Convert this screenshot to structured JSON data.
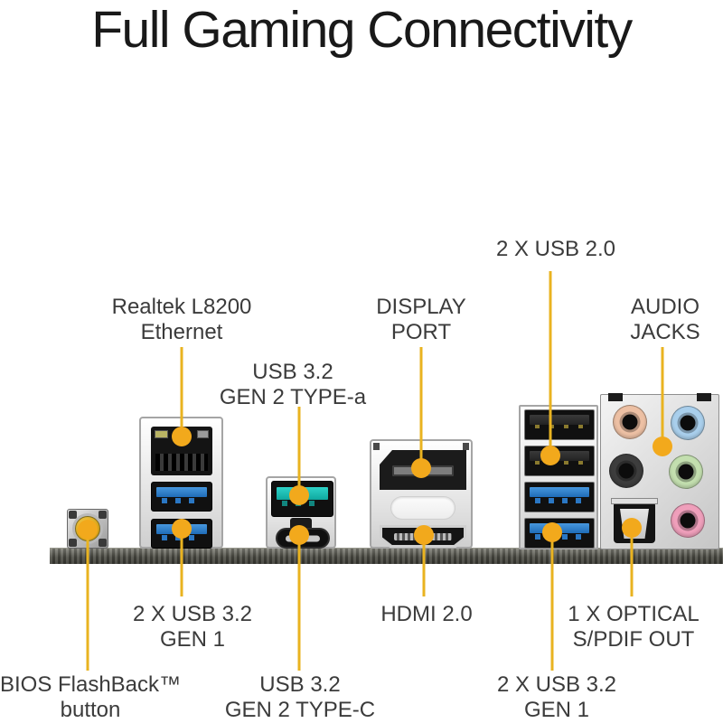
{
  "title": "Full Gaming Connectivity",
  "colors": {
    "accent_gold": "#e9b320",
    "callout_dot": "#f2a91c",
    "label_text": "#3b3b3b",
    "usb3_blue_tongue": "#2e86d6",
    "usb_gen2_teal_tongue": "#1fc4bc",
    "audio_jack_peach": "#edc0a4",
    "audio_jack_light_blue": "#a9cfec",
    "audio_jack_black": "#3d3d3d",
    "audio_jack_green": "#c3dfaf",
    "audio_jack_pink": "#ef9fbb",
    "pcb_strip": "#4c4c44"
  },
  "callouts": [
    {
      "id": "usb2-top",
      "line1": "2 X USB 2.0",
      "line2": ""
    },
    {
      "id": "ethernet",
      "line1": "Realtek L8200",
      "line2": "Ethernet"
    },
    {
      "id": "displayport",
      "line1": "DISPLAY",
      "line2": "PORT"
    },
    {
      "id": "audio-jacks",
      "line1": "AUDIO",
      "line2": "JACKS"
    },
    {
      "id": "usb32-gen2-typea",
      "line1": "USB 3.2",
      "line2": "GEN 2 TYPE-a"
    },
    {
      "id": "usb32-gen1-left",
      "line1": "2 X USB 3.2",
      "line2": "GEN 1"
    },
    {
      "id": "hdmi",
      "line1": "HDMI 2.0",
      "line2": ""
    },
    {
      "id": "optical-spdif",
      "line1": "1 X OPTICAL",
      "line2": "S/PDIF OUT"
    },
    {
      "id": "bios-flashback",
      "line1": "BIOS FlashBack™",
      "line2": "button"
    },
    {
      "id": "usb32-gen2-typec",
      "line1": "USB 3.2",
      "line2": "GEN 2 TYPE-C"
    },
    {
      "id": "usb32-gen1-right",
      "line1": "2 X USB 3.2",
      "line2": "GEN 1"
    }
  ],
  "port_icons": [
    "bios-flashback-button-icon",
    "rj45-ethernet-port-icon",
    "usb3-type-a-port-icon",
    "usb-type-c-port-icon",
    "displayport-port-icon",
    "hdmi-port-icon",
    "usb2-type-a-port-icon",
    "audio-jack-icon",
    "optical-spdif-port-icon"
  ]
}
